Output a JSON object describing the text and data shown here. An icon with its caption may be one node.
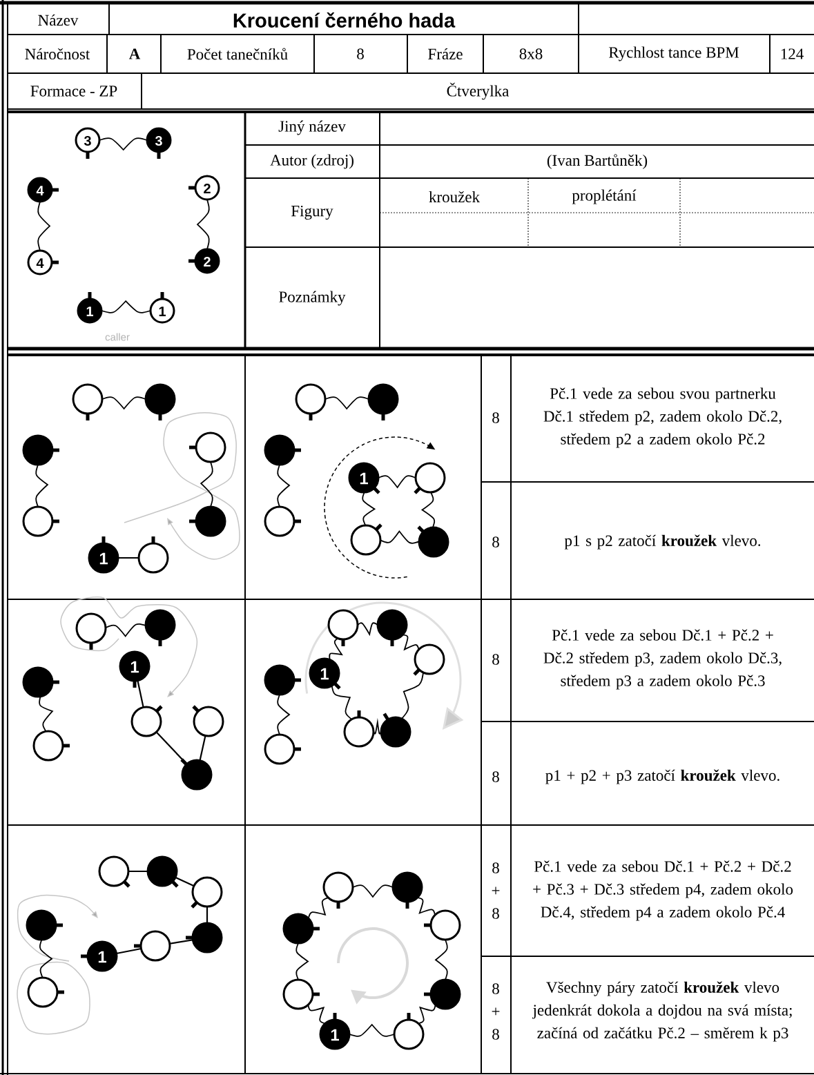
{
  "diagram": {
    "title": "Kroucení černého hada",
    "labels": [
      "Název",
      "Náročnost",
      "A",
      "Počet tanečníků",
      "8",
      "Fráze",
      "8x8",
      "Rychlost tance BPM",
      "124",
      "Formace - ZP",
      "Čtverylka",
      "3",
      "3",
      "4",
      "2",
      "4",
      "2",
      "1",
      "1",
      "caller",
      "Jiný název",
      "Autor (zdroj)",
      "(Ivan Bartůněk)",
      "Figury",
      "kroužek",
      "proplétání",
      "Poznámky",
      "1",
      "1",
      "8",
      "Pč.1 vede za sebou svou partnerku Dč.1 středem p2, zadem okolo Dč.2, středem p2 a zadem okolo Pč.2",
      "8",
      "p1 s p2 zatočí **kroužek** vlevo.",
      "1",
      "1",
      "8",
      "Pč.1 vede za sebou Dč.1 + Pč.2 + Dč.2 středem p3, zadem okolo Dč.3, středem p3 a zadem okolo Pč.3",
      "8",
      "p1 + p2 + p3 zatočí **kroužek** vlevo.",
      "1",
      "1",
      "8 + 8",
      "Pč.1 vede za sebou Dč.1 + Pč.2 + Dč.2 + Pč.3 + Dč.3 středem p4, zadem okolo Dč.4, středem p4 a zadem okolo Pč.4",
      "8 + 8",
      "Všechny páry zatočí **kroužek** vlevo jedenkrát dokola a dojdou na svá místa; začíná od začátku Pč.2 – směrem k p3"
    ]
  }
}
